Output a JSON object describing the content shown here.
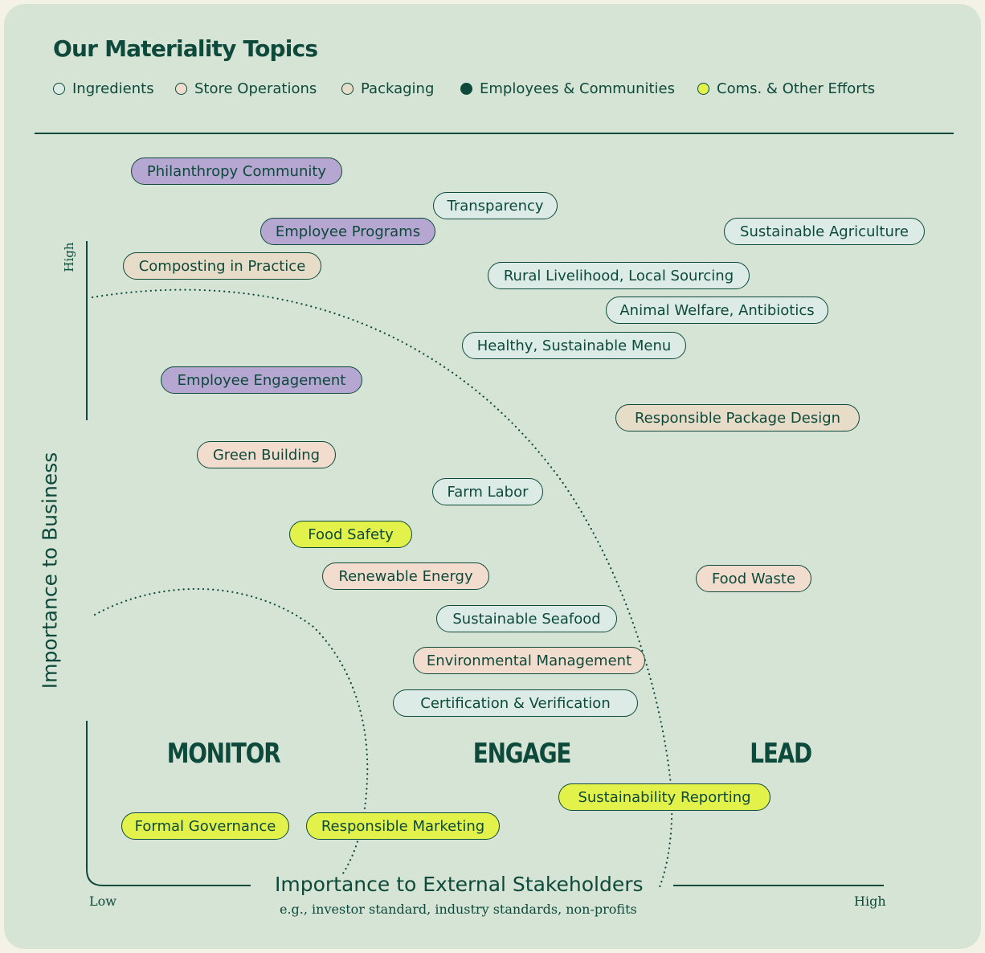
{
  "title": "Our Materiality Topics",
  "colors": {
    "ingredients": "#dcebe6",
    "store_operations": "#f2dccd",
    "packaging": "#e7dcc8",
    "employees_communities": "#b5a6d2",
    "coms_other": "#e2f24a",
    "ink": "#0d4a3b",
    "legend_employees_dot": "#0d4a3b"
  },
  "legend": [
    {
      "label": "Ingredients",
      "category": "ingredients"
    },
    {
      "label": "Store Operations",
      "category": "store_operations"
    },
    {
      "label": "Packaging",
      "category": "packaging"
    },
    {
      "label": "Employees & Communities",
      "category": "employees_communities"
    },
    {
      "label": "Coms. & Other Efforts",
      "category": "coms_other"
    }
  ],
  "axes": {
    "y_label": "Importance to Business",
    "y_high": "High",
    "x_label": "Importance to External Stakeholders",
    "x_sublabel": "e.g., investor standard, industry standards, non-profits",
    "x_low": "Low",
    "x_high": "High"
  },
  "zones": [
    "MONITOR",
    "ENGAGE",
    "LEAD"
  ],
  "topics": [
    {
      "label": "Philanthropy Community",
      "category": "employees_communities"
    },
    {
      "label": "Transparency",
      "category": "ingredients"
    },
    {
      "label": "Employee Programs",
      "category": "employees_communities"
    },
    {
      "label": "Sustainable Agriculture",
      "category": "ingredients"
    },
    {
      "label": "Composting in Practice",
      "category": "packaging"
    },
    {
      "label": "Rural Livelihood, Local Sourcing",
      "category": "ingredients"
    },
    {
      "label": "Animal Welfare, Antibiotics",
      "category": "ingredients"
    },
    {
      "label": "Healthy, Sustainable Menu",
      "category": "ingredients"
    },
    {
      "label": "Employee Engagement",
      "category": "employees_communities"
    },
    {
      "label": "Responsible Package Design",
      "category": "packaging"
    },
    {
      "label": "Green Building",
      "category": "store_operations"
    },
    {
      "label": "Farm Labor",
      "category": "ingredients"
    },
    {
      "label": "Food Safety",
      "category": "coms_other"
    },
    {
      "label": "Renewable Energy",
      "category": "store_operations"
    },
    {
      "label": "Food Waste",
      "category": "store_operations"
    },
    {
      "label": "Sustainable Seafood",
      "category": "ingredients"
    },
    {
      "label": "Environmental Management",
      "category": "store_operations"
    },
    {
      "label": "Certification & Verification",
      "category": "ingredients"
    },
    {
      "label": "Sustainability Reporting",
      "category": "coms_other"
    },
    {
      "label": "Formal Governance",
      "category": "coms_other"
    },
    {
      "label": "Responsible Marketing",
      "category": "coms_other"
    }
  ]
}
